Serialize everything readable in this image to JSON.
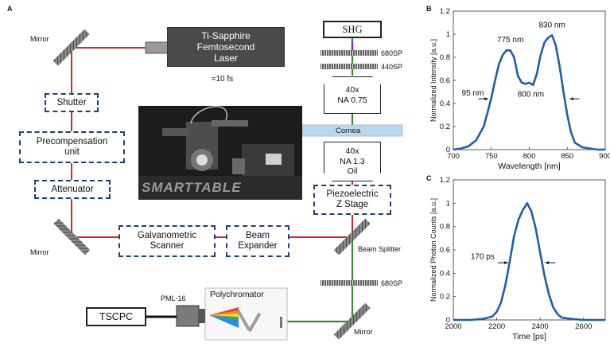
{
  "panels": {
    "a": "A",
    "b": "B",
    "c": "C"
  },
  "setup": {
    "laser": [
      "Ti-Sapphire",
      "Femtosecond",
      "Laser"
    ],
    "pulse": "≈10 fs",
    "mirror_top": "Mirror",
    "mirror_bottom": "Mirror",
    "mirror_right": "Mirror",
    "shutter": "Shutter",
    "precomp": [
      "Precompensation",
      "unit"
    ],
    "attenuator": "Attenuator",
    "galvo": [
      "Galvanometric",
      "Scanner"
    ],
    "expander": [
      "Beam",
      "Expander"
    ],
    "beam_splitter": "Beam Splitter",
    "shg": "SHG",
    "filter_680": "680SP",
    "filter_440": "440SP",
    "obj_top": [
      "40x",
      "NA 0.75"
    ],
    "cornea": "Cornea",
    "obj_bottom": [
      "40x",
      "NA 1.3",
      "Oil"
    ],
    "piezo": [
      "Piezoelectric",
      "Z Stage"
    ],
    "filter_680_low": "680SP",
    "polychromator": "Polychromator",
    "pml": "PML-16",
    "tscpc": "TSCPC",
    "smart_table": "SMARTTABLE",
    "beam_colors": {
      "red": "#d8262d",
      "green": "#3a8a2c",
      "purple": "#8b2fc9"
    }
  },
  "chart_data": [
    {
      "type": "line",
      "panel": "B",
      "xlabel": "Wavelength [nm]",
      "ylabel": "Normalized Intensity [a.u.]",
      "xlim": [
        700,
        900
      ],
      "ylim": [
        0,
        1.2
      ],
      "x_ticks": [
        "700",
        "750",
        "800",
        "850",
        "900"
      ],
      "y_ticks": [
        "0",
        "0.2",
        "0.4",
        "0.6",
        "0.8",
        "1",
        "1.2"
      ],
      "x": [
        700,
        710,
        720,
        730,
        740,
        745,
        750,
        755,
        760,
        765,
        770,
        775,
        780,
        785,
        790,
        795,
        800,
        805,
        810,
        815,
        820,
        825,
        830,
        835,
        840,
        845,
        850,
        855,
        860,
        870,
        880,
        890,
        900
      ],
      "y": [
        0,
        0.01,
        0.03,
        0.08,
        0.2,
        0.32,
        0.45,
        0.6,
        0.74,
        0.82,
        0.86,
        0.86,
        0.8,
        0.64,
        0.58,
        0.57,
        0.58,
        0.56,
        0.66,
        0.82,
        0.93,
        0.97,
        0.99,
        0.9,
        0.72,
        0.5,
        0.3,
        0.15,
        0.06,
        0.02,
        0.01,
        0,
        0
      ],
      "annotations": {
        "peak1": "775 nm",
        "peak2": "830 nm",
        "dip": "800 nm",
        "fwhm": "95 nm"
      },
      "line_color": "#1f5faa"
    },
    {
      "type": "line",
      "panel": "C",
      "xlabel": "Time [ps]",
      "ylabel": "Normalized Photon Counts [a.u.]",
      "xlim": [
        2000,
        2700
      ],
      "ylim": [
        0,
        1.2
      ],
      "x_ticks": [
        "2000",
        "2200",
        "2400",
        "2600"
      ],
      "y_ticks": [
        "0",
        "0.2",
        "0.4",
        "0.6",
        "0.8",
        "1",
        "1.2"
      ],
      "x": [
        2000,
        2080,
        2140,
        2180,
        2200,
        2220,
        2240,
        2260,
        2280,
        2300,
        2320,
        2340,
        2360,
        2380,
        2400,
        2420,
        2440,
        2460,
        2480,
        2500,
        2540,
        2600,
        2700
      ],
      "y": [
        0,
        0,
        0.01,
        0.03,
        0.07,
        0.15,
        0.3,
        0.5,
        0.72,
        0.86,
        0.94,
        1.0,
        0.93,
        0.78,
        0.58,
        0.38,
        0.22,
        0.11,
        0.05,
        0.02,
        0.01,
        0,
        0
      ],
      "annotations": {
        "fwhm": "170 ps"
      },
      "line_color": "#1f5faa"
    }
  ]
}
